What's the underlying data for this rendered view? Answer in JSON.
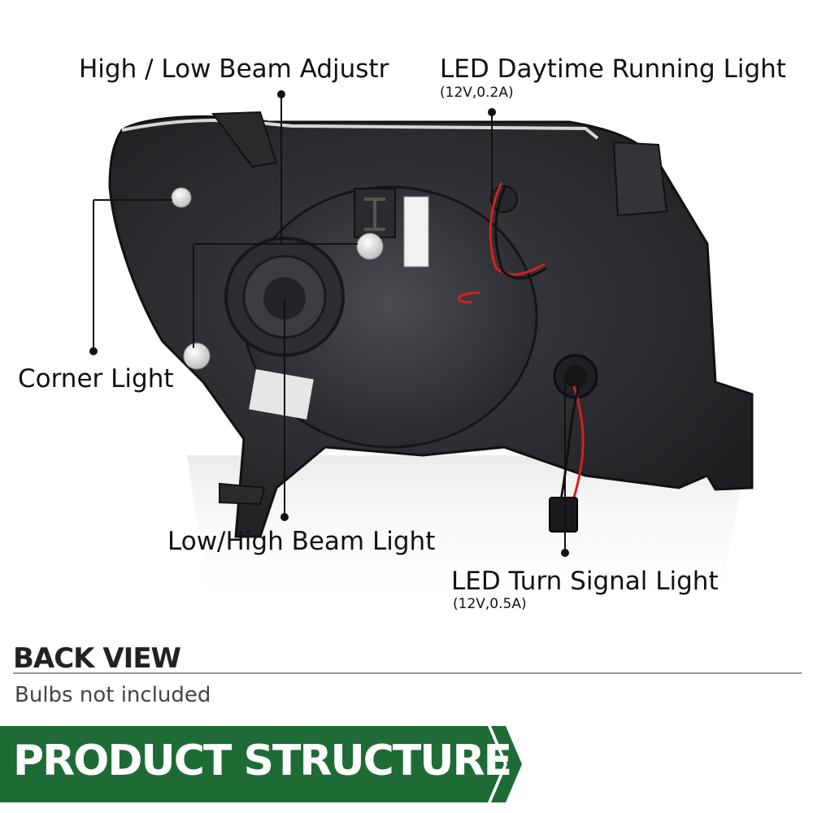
{
  "callouts": {
    "high_low_adjuster": "High / Low Beam Adjustr",
    "drl": {
      "title": "LED Daytime Running Light",
      "spec": "(12V,0.2A)"
    },
    "corner_light": "Corner Light",
    "low_high_beam": "Low/High Beam Light",
    "turn_signal": {
      "title": "LED Turn Signal Light",
      "spec": "(12V,0.5A)"
    }
  },
  "section": {
    "title": "BACK VIEW",
    "note": "Bulbs not included"
  },
  "banner": {
    "title": "PRODUCT STRUCTURE"
  },
  "colors": {
    "banner_green": "#1e6b35",
    "housing": "#2b2b2e",
    "wire_red": "#d42020"
  }
}
